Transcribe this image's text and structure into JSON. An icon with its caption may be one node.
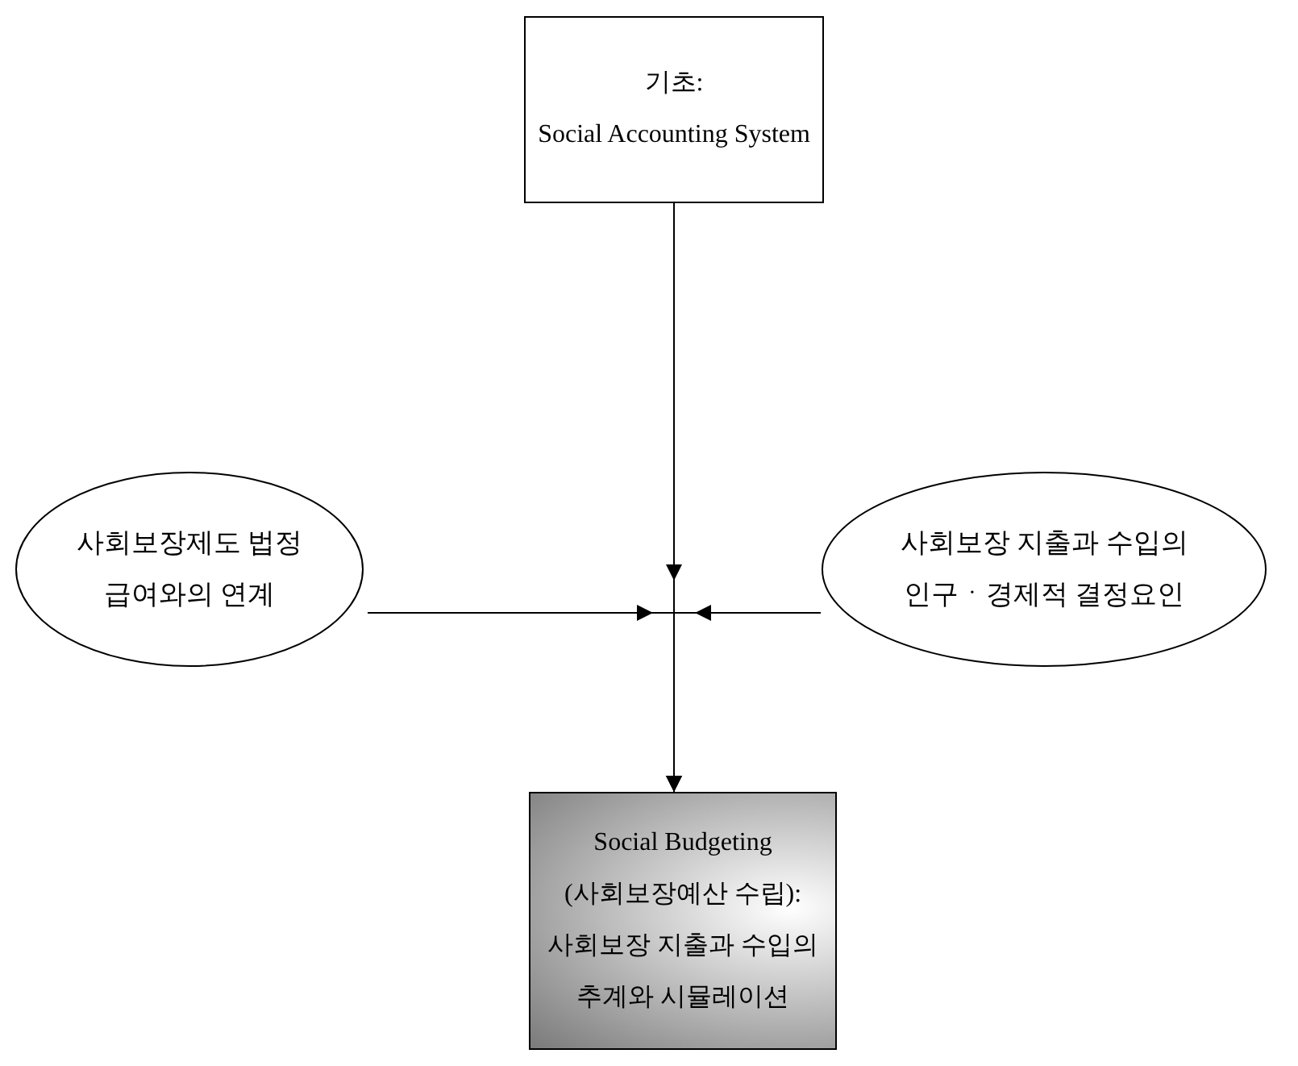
{
  "diagram": {
    "nodes": [
      {
        "text": [
          "기초:",
          "Social Accounting System"
        ]
      },
      {
        "text": [
          "사회보장제도 법정 급여와의 연계"
        ]
      },
      {
        "text": [
          "사회보장 지출과 수입의 인구ㆍ경제적 결정요인"
        ]
      },
      {
        "text": [
          "Social Budgeting (사회보장예산 수립):",
          "사회보장 지출과 수입의 추계와 시뮬레이션"
        ]
      }
    ],
    "edges": [
      {
        "from": 0,
        "to": 3,
        "arrow": "to"
      },
      {
        "from": 1,
        "to": 3,
        "arrow": "to"
      },
      {
        "from": 2,
        "to": 3,
        "arrow": "to"
      }
    ]
  }
}
